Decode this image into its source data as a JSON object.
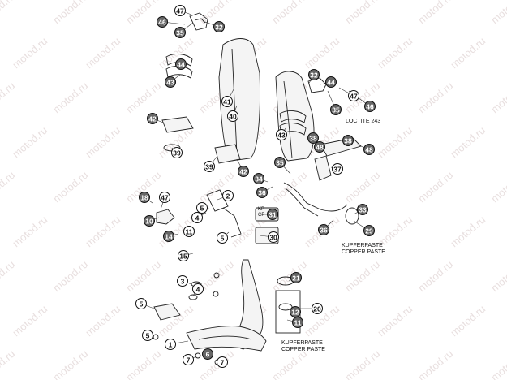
{
  "watermark": "motod.ru",
  "notes": {
    "loctite": "LOCTITE 243",
    "copper_top_1": "KUPFERPASTE",
    "copper_top_2": "COPPER PASTE",
    "copper_bottom_1": "KUPFERPASTE",
    "copper_bottom_2": "COPPER PASTE",
    "kp_1": "KP",
    "kp_2": "CP"
  },
  "callouts": [
    {
      "label": "46",
      "dark": true
    },
    {
      "label": "47",
      "dark": false
    },
    {
      "label": "35",
      "dark": true
    },
    {
      "label": "32",
      "dark": true
    },
    {
      "label": "44",
      "dark": true
    },
    {
      "label": "43",
      "dark": true
    },
    {
      "label": "41",
      "dark": false
    },
    {
      "label": "40",
      "dark": false
    },
    {
      "label": "42",
      "dark": true
    },
    {
      "label": "39",
      "dark": false
    },
    {
      "label": "32",
      "dark": true
    },
    {
      "label": "44",
      "dark": true
    },
    {
      "label": "47",
      "dark": false
    },
    {
      "label": "35",
      "dark": true
    },
    {
      "label": "46",
      "dark": true
    },
    {
      "label": "43",
      "dark": false
    },
    {
      "label": "38",
      "dark": true
    },
    {
      "label": "48",
      "dark": true
    },
    {
      "label": "38",
      "dark": true
    },
    {
      "label": "48",
      "dark": true
    },
    {
      "label": "35",
      "dark": true
    },
    {
      "label": "37",
      "dark": false
    },
    {
      "label": "39",
      "dark": false
    },
    {
      "label": "42",
      "dark": true
    },
    {
      "label": "34",
      "dark": true
    },
    {
      "label": "36",
      "dark": true
    },
    {
      "label": "18",
      "dark": true
    },
    {
      "label": "47",
      "dark": false
    },
    {
      "label": "10",
      "dark": true
    },
    {
      "label": "2",
      "dark": false
    },
    {
      "label": "5",
      "dark": false
    },
    {
      "label": "4",
      "dark": false
    },
    {
      "label": "14",
      "dark": true
    },
    {
      "label": "31",
      "dark": true
    },
    {
      "label": "11",
      "dark": false
    },
    {
      "label": "5",
      "dark": false
    },
    {
      "label": "30",
      "dark": false
    },
    {
      "label": "15",
      "dark": false
    },
    {
      "label": "33",
      "dark": true
    },
    {
      "label": "29",
      "dark": true
    },
    {
      "label": "36",
      "dark": true
    },
    {
      "label": "3",
      "dark": false
    },
    {
      "label": "4",
      "dark": false
    },
    {
      "label": "5",
      "dark": false
    },
    {
      "label": "21",
      "dark": true
    },
    {
      "label": "12",
      "dark": true
    },
    {
      "label": "20",
      "dark": false
    },
    {
      "label": "11",
      "dark": true
    },
    {
      "label": "5",
      "dark": false
    },
    {
      "label": "1",
      "dark": false
    },
    {
      "label": "7",
      "dark": false
    },
    {
      "label": "6",
      "dark": true
    },
    {
      "label": "7",
      "dark": false
    }
  ]
}
